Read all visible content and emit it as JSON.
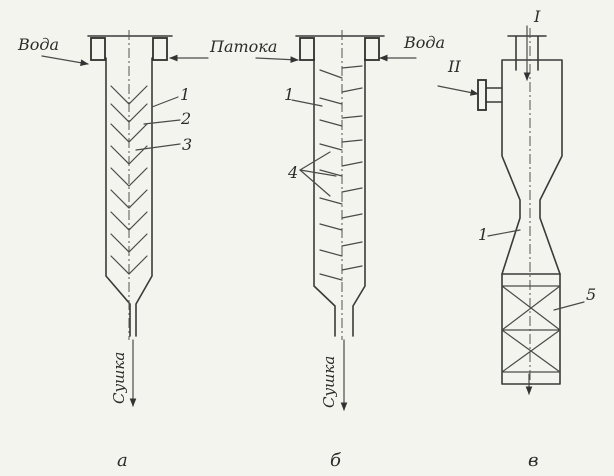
{
  "figure": {
    "panels": [
      {
        "id": "a",
        "caption": "а",
        "inlet_left": "Вода",
        "outlet": "Сушка",
        "callouts": [
          "1",
          "2",
          "3"
        ]
      },
      {
        "id": "b",
        "caption": "б",
        "inlet_left": "Патока",
        "inlet_right": "Вода",
        "outlet": "Сушка",
        "callouts": [
          "1",
          "4"
        ]
      },
      {
        "id": "v",
        "caption": "в",
        "inlet_top": "I",
        "inlet_side": "II",
        "callouts": [
          "1",
          "5"
        ]
      }
    ]
  }
}
